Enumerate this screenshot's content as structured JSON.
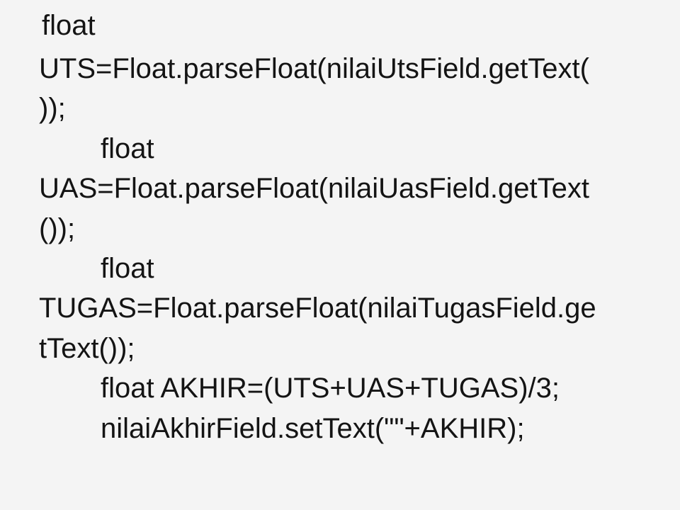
{
  "slide": {
    "lines": [
      "float",
      "UTS=Float.parseFloat(nilaiUtsField.getText(",
      "));",
      "float",
      "UAS=Float.parseFloat(nilaiUasField.getText",
      "());",
      "float",
      "TUGAS=Float.parseFloat(nilaiTugasField.ge",
      "tText());",
      "float AKHIR=(UTS+UAS+TUGAS)/3;",
      "nilaiAkhirField.setText(\"\"+AKHIR);"
    ]
  }
}
